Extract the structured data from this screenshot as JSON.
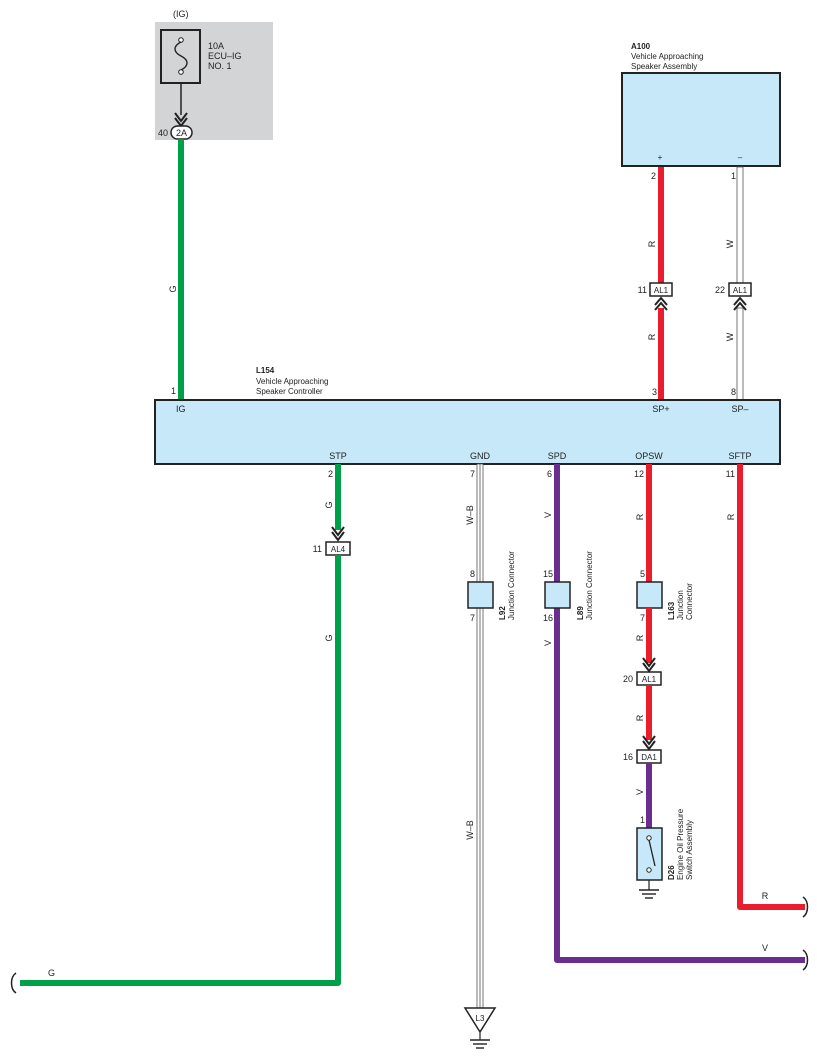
{
  "colors": {
    "green": "#00a04a",
    "red": "#ea1d2c",
    "purple": "#6a2e90",
    "component_fill": "#c6e8f8",
    "shade": "#d3d4d6"
  },
  "fuse": {
    "circuit": "(IG)",
    "rating": "10A",
    "name_1": "ECU–IG",
    "name_2": "NO. 1",
    "pin": "40",
    "connector": "2A"
  },
  "speaker": {
    "id": "A100",
    "name_1": "Vehicle Approaching",
    "name_2": "Speaker Assembly",
    "plus": "+",
    "minus": "–",
    "pin_plus": "2",
    "pin_minus": "1"
  },
  "controller": {
    "id": "L154",
    "name_1": "Vehicle Approaching",
    "name_2": "Speaker Controller",
    "pins_top": {
      "ig": "1",
      "spp": "3",
      "spm": "8"
    },
    "terms_top": {
      "ig": "IG",
      "spp": "SP+",
      "spm": "SP–"
    },
    "pins_bottom": {
      "stp": "2",
      "gnd": "7",
      "spd": "6",
      "opsw": "12",
      "sftp": "11"
    },
    "terms_bottom": {
      "stp": "STP",
      "gnd": "GND",
      "spd": "SPD",
      "opsw": "OPSW",
      "sftp": "SFTP"
    }
  },
  "wire_colors": {
    "g": "G",
    "r": "R",
    "w": "W",
    "v": "V",
    "wb": "W–B"
  },
  "connectors": {
    "al1_a": {
      "pin": "11",
      "name": "AL1"
    },
    "al1_b": {
      "pin": "22",
      "name": "AL1"
    },
    "al4": {
      "pin": "11",
      "name": "AL4"
    },
    "al1_c": {
      "pin": "20",
      "name": "AL1"
    },
    "da1": {
      "pin": "16",
      "name": "DA1"
    }
  },
  "junctions": {
    "l92": {
      "id": "L92",
      "name": "Junction Connector",
      "pin_in": "8",
      "pin_out": "7"
    },
    "l89": {
      "id": "L89",
      "name": "Junction Connector",
      "pin_in": "15",
      "pin_out": "16"
    },
    "l163": {
      "id": "L163",
      "name_1": "Junction",
      "name_2": "Connector",
      "pin_in": "5",
      "pin_out": "7"
    }
  },
  "oil_switch": {
    "id": "D26",
    "name_1": "Engine Oil Pressure",
    "name_2": "Switch Assembly",
    "pin": "1"
  },
  "ground": {
    "point": "L3"
  }
}
